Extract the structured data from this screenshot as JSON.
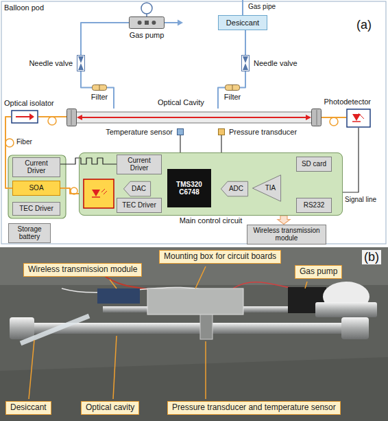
{
  "diagram": {
    "nodes": [
      {
        "text": [
          "Gas pump"
        ]
      },
      {
        "text": [
          "Desiccant"
        ]
      },
      {
        "text": [
          "Needle valve"
        ]
      },
      {
        "text": [
          "Needle valve"
        ]
      },
      {
        "text": [
          "Filter"
        ]
      },
      {
        "text": [
          "Filter"
        ]
      },
      {
        "text": [
          "Optical isolator"
        ]
      },
      {
        "text": [
          "Optical Cavity"
        ]
      },
      {
        "text": [
          "Photodetector"
        ]
      },
      {
        "text": [
          "Temperature sensor"
        ]
      },
      {
        "text": [
          "Pressure transducer"
        ]
      },
      {
        "text": [
          "Current Driver"
        ]
      },
      {
        "text": [
          "SOA"
        ]
      },
      {
        "text": [
          "TEC Driver"
        ]
      },
      {
        "text": [
          "Main control circuit"
        ]
      },
      {
        "text": [
          "Current Driver"
        ],
        "in": 14
      },
      {
        "text": [
          "SD card"
        ],
        "in": 14
      },
      {
        "text": [
          "DAC"
        ],
        "in": 14
      },
      {
        "text": [
          "TMS320 C6748"
        ],
        "in": 14
      },
      {
        "text": [
          "ADC"
        ],
        "in": 14
      },
      {
        "text": [
          "TIA"
        ],
        "in": 14
      },
      {
        "text": [
          "TEC Driver"
        ],
        "in": 14
      },
      {
        "text": [
          "RS232"
        ],
        "in": 14
      },
      {
        "text": [
          "Storage battery"
        ]
      },
      {
        "text": [
          "Wireless transmission module"
        ]
      },
      {
        "text": [
          "Mounting box for circuit boards"
        ]
      },
      {
        "text": [
          "Wireless transmission module"
        ]
      },
      {
        "text": [
          "Gas pump"
        ]
      },
      {
        "text": [
          "Desiccant"
        ]
      },
      {
        "text": [
          "Optical cavity"
        ]
      },
      {
        "text": [
          "Pressure transducer and temperature sensor"
        ]
      }
    ],
    "edges": [
      {
        "from": 0,
        "to": 2,
        "arrow": "none"
      },
      {
        "from": 2,
        "to": 4,
        "arrow": "none"
      },
      {
        "from": 4,
        "to": 7,
        "arrow": "none"
      },
      {
        "from": 7,
        "to": 5,
        "arrow": "none"
      },
      {
        "from": 5,
        "to": 3,
        "arrow": "none"
      },
      {
        "from": 3,
        "to": 1,
        "arrow": "none"
      },
      {
        "from": 6,
        "to": 7,
        "arrow": "none"
      },
      {
        "from": 7,
        "to": 8,
        "arrow": "none"
      },
      {
        "from": 8,
        "to": 14,
        "arrow": "none"
      },
      {
        "from": 9,
        "to": 14,
        "arrow": "none"
      },
      {
        "from": 10,
        "to": 14,
        "arrow": "none"
      },
      {
        "from": 12,
        "to": 6,
        "arrow": "none"
      },
      {
        "from": 14,
        "to": 12,
        "arrow": "none"
      },
      {
        "from": 15,
        "to": 11,
        "arrow": "none"
      },
      {
        "from": 14,
        "to": 24,
        "arrow": "to"
      }
    ],
    "labels": [
      "Balloon pod",
      "(a)",
      "Gas pipe",
      "Fiber",
      "Signal line",
      "(b)"
    ]
  }
}
